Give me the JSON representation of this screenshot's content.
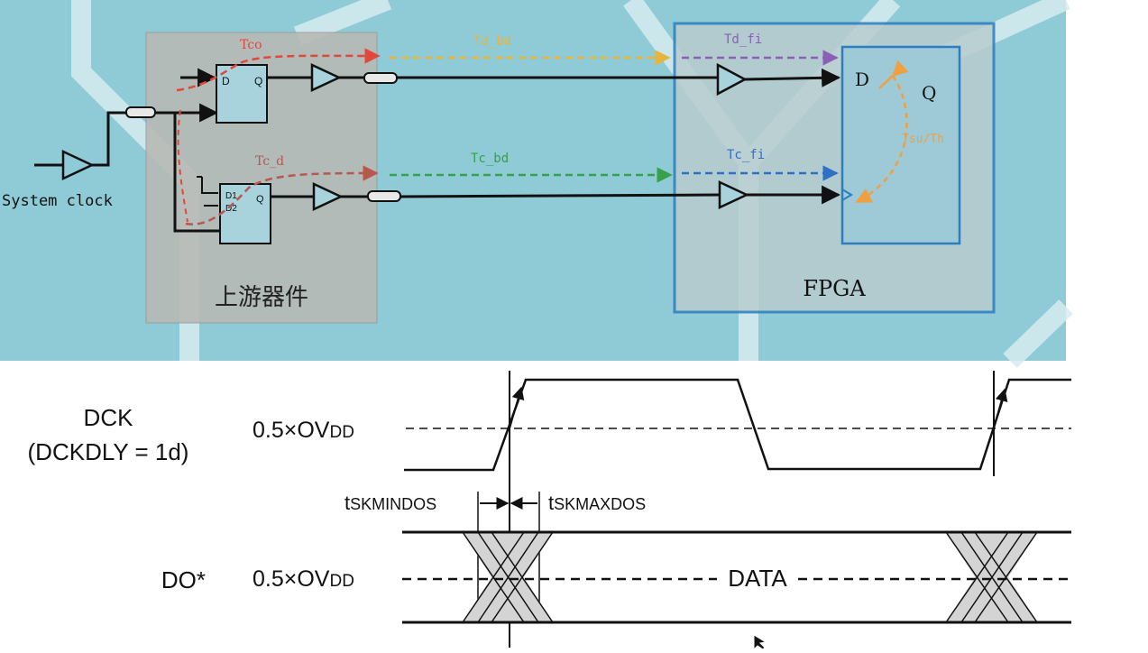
{
  "top_diagram": {
    "system_clock": "System clock",
    "upstream_label": "上游器件",
    "fpga_label": "FPGA",
    "paths": {
      "tco": "Tco",
      "td_bd": "Td_bd",
      "td_fi": "Td_fi",
      "tc_d": "Tc_d",
      "tc_bd": "Tc_bd",
      "tc_fi": "Tc_fi",
      "tsu_th": "Tsu/Th"
    },
    "ff_upper": {
      "d": "D",
      "q": "Q"
    },
    "ff_lower": {
      "d1": "D1",
      "d2": "D2",
      "q": "Q"
    },
    "fpga_ff": {
      "d": "D",
      "q": "Q"
    },
    "colors": {
      "tco": "#e2473a",
      "td_bd": "#e8b43a",
      "td_fi": "#8a5fb5",
      "tc_d": "#b8574f",
      "tc_bd": "#36a04a",
      "tc_fi": "#2f6fc4",
      "tsu_th": "#f0a040",
      "background": "#8ecbd6"
    }
  },
  "timing": {
    "dck_label": "DCK",
    "dck_sub": "(DCKDLY = 1d)",
    "level_main": "0.5×OV",
    "level_sub": "DD",
    "skew_min_t": "t",
    "skew_min_sub": "SKMINDOS",
    "skew_max_t": "t",
    "skew_max_sub": "SKMAXDOS",
    "do_label": "DO*",
    "data_label": "DATA"
  }
}
